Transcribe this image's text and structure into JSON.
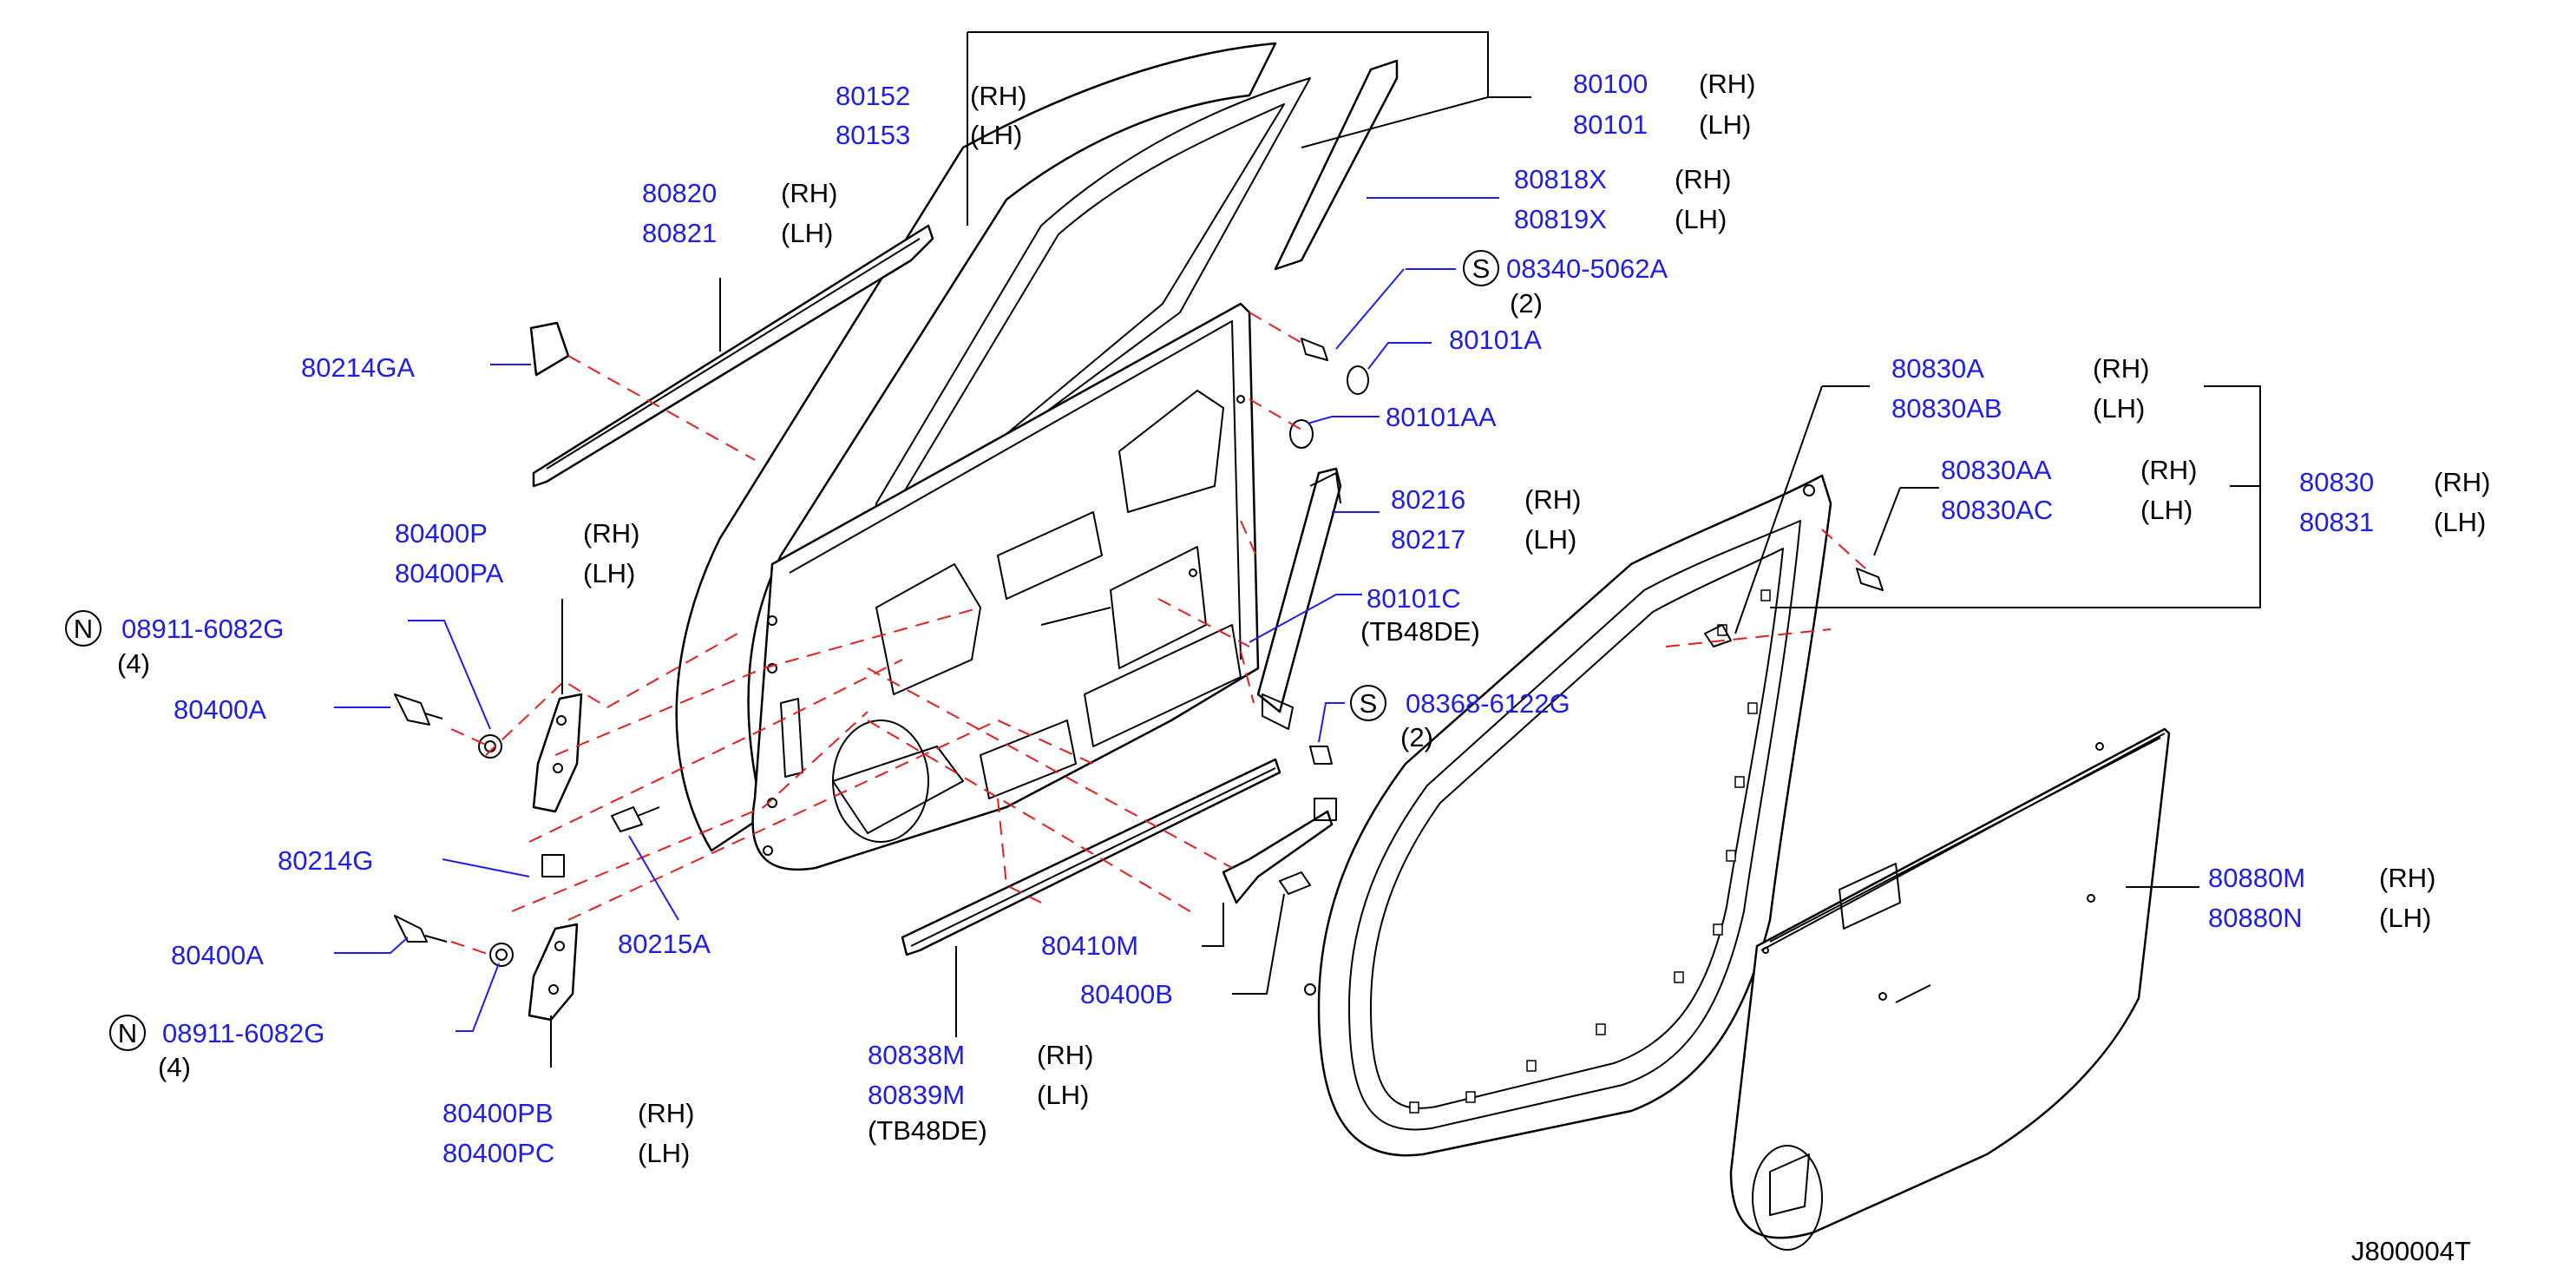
{
  "diagram_id": "J800004T",
  "labels": {
    "p80152": "80152",
    "p80152_s": "(RH)",
    "p80153": "80153",
    "p80153_s": "(LH)",
    "p80100": "80100",
    "p80100_s": "(RH)",
    "p80101": "80101",
    "p80101_s": "(LH)",
    "p80818X": "80818X",
    "p80818X_s": "(RH)",
    "p80819X": "80819X",
    "p80819X_s": "(LH)",
    "p80820": "80820",
    "p80820_s": "(RH)",
    "p80821": "80821",
    "p80821_s": "(LH)",
    "s_bolt1": "08340-5062A",
    "s_bolt1_q": "(2)",
    "s_bolt1_sym": "S",
    "p80101A": "80101A",
    "p80214GA": "80214GA",
    "p80101AA": "80101AA",
    "p80830A": "80830A",
    "p80830A_s": "(RH)",
    "p80830AB": "80830AB",
    "p80830AB_s": "(LH)",
    "p80830AA": "80830AA",
    "p80830AA_s": "(RH)",
    "p80830AC": "80830AC",
    "p80830AC_s": "(LH)",
    "p80830": "80830",
    "p80830_s": "(RH)",
    "p80831": "80831",
    "p80831_s": "(LH)",
    "p80216": "80216",
    "p80216_s": "(RH)",
    "p80217": "80217",
    "p80217_s": "(LH)",
    "p80400P": "80400P",
    "p80400P_s": "(RH)",
    "p80400PA": "80400PA",
    "p80400PA_s": "(LH)",
    "p80101C": "80101C",
    "p80101C_note": "(TB48DE)",
    "n_nut1": "08911-6082G",
    "n_nut1_q": "(4)",
    "n_nut1_sym": "N",
    "p80400A_1": "80400A",
    "s_bolt2": "08368-6122G",
    "s_bolt2_q": "(2)",
    "s_bolt2_sym": "S",
    "p80214G": "80214G",
    "p80215A": "80215A",
    "p80400A_2": "80400A",
    "p80410M": "80410M",
    "p80400B": "80400B",
    "p80880M": "80880M",
    "p80880M_s": "(RH)",
    "p80880N": "80880N",
    "p80880N_s": "(LH)",
    "n_nut2": "08911-6082G",
    "n_nut2_q": "(4)",
    "n_nut2_sym": "N",
    "p80838M": "80838M",
    "p80838M_s": "(RH)",
    "p80839M": "80839M",
    "p80839M_s": "(LH)",
    "p80838M_note": "(TB48DE)",
    "p80400PB": "80400PB",
    "p80400PB_s": "(RH)",
    "p80400PC": "80400PC",
    "p80400PC_s": "(LH)"
  },
  "colors": {
    "part_number": "#1e1ee6",
    "dash_line": "#e02020",
    "ink": "#000000"
  }
}
